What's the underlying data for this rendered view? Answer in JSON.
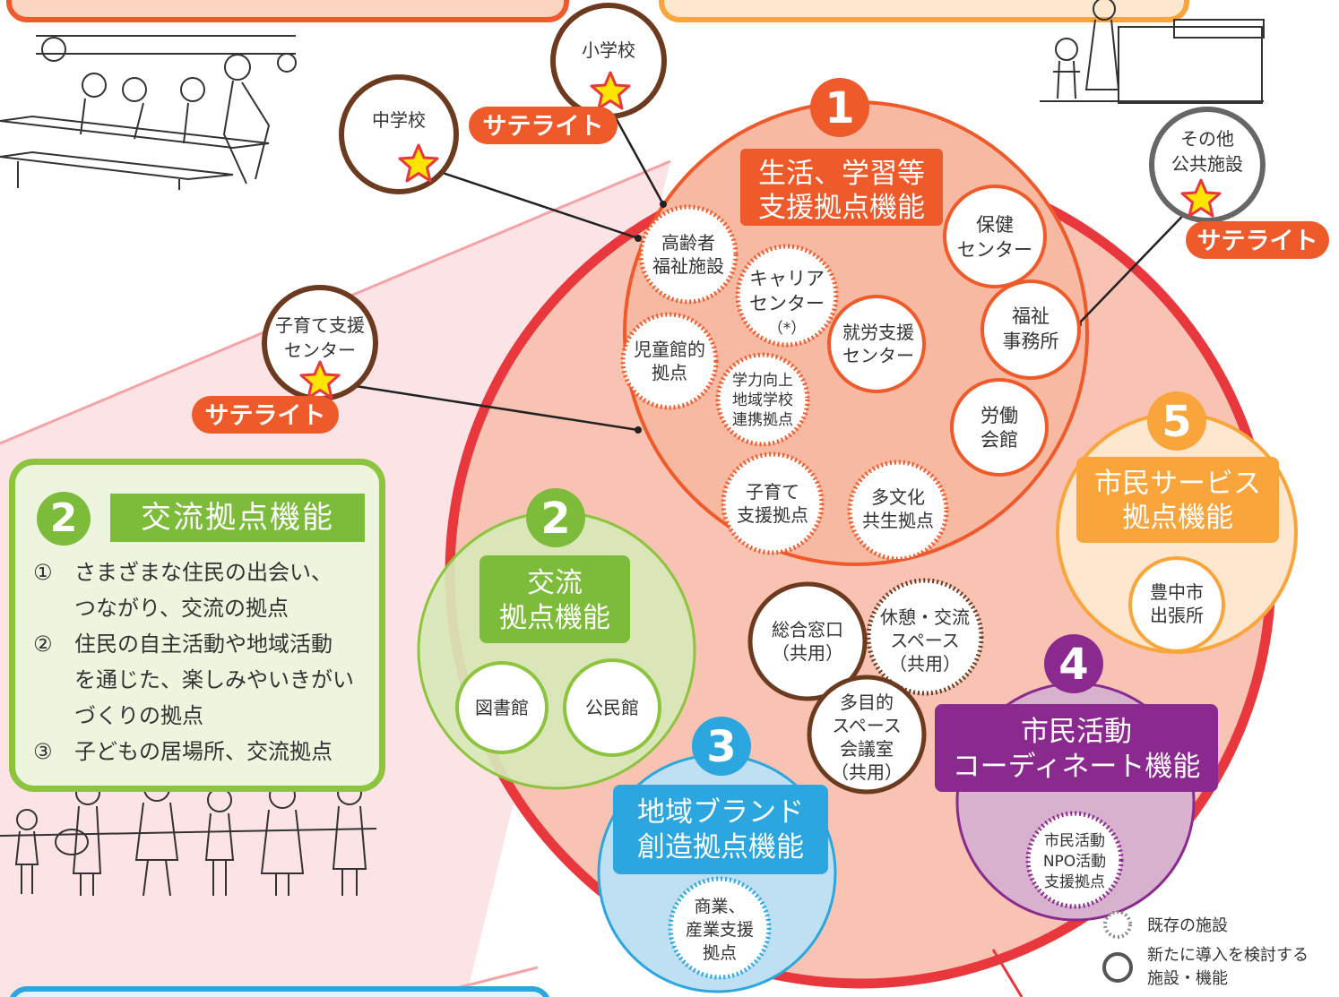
{
  "function1": {
    "number": "1",
    "title_line1": "生活、学習等",
    "title_line2": "支援拠点機能"
  },
  "function2_circle": {
    "number": "2",
    "title_line1": "交流",
    "title_line2": "拠点機能"
  },
  "function3": {
    "number": "3",
    "title_line1": "地域ブランド",
    "title_line2": "創造拠点機能"
  },
  "function4": {
    "number": "4",
    "title_line1": "市民活動",
    "title_line2": "コーディネート機能"
  },
  "function5": {
    "number": "5",
    "title_line1": "市民サービス",
    "title_line2": "拠点機能"
  },
  "satellites": {
    "chugakko": "中学校",
    "shogakko": "小学校",
    "kosodate_line1": "子育て支援",
    "kosodate_line2": "センター",
    "sonota_line1": "その他",
    "sonota_line2": "公共施設",
    "badge": "サテライト"
  },
  "facilities": {
    "koreisha": [
      "高齢者",
      "福祉施設"
    ],
    "career": [
      "キャリア",
      "センター",
      "（*）"
    ],
    "jidokan": [
      "児童館的",
      "拠点"
    ],
    "gakuryoku": [
      "学力向上",
      "地域学校",
      "連携拠点"
    ],
    "shuro": [
      "就労支援",
      "センター"
    ],
    "hoken": [
      "保健",
      "センター"
    ],
    "fukushi": [
      "福祉",
      "事務所"
    ],
    "rodo": [
      "労働",
      "会館"
    ],
    "kosodate_kyoten": [
      "子育て",
      "支援拠点"
    ],
    "tabunka": [
      "多文化",
      "共生拠点"
    ],
    "toshokan": "図書館",
    "kominkan": "公民館",
    "sogo_madoguchi": [
      "総合窓口",
      "（共用）"
    ],
    "kyukei": [
      "休憩・交流",
      "スペース",
      "（共用）"
    ],
    "tamokuteki": [
      "多目的",
      "スペース",
      "会議室",
      "（共用）"
    ],
    "shogyo": [
      "商業、",
      "産業支援",
      "拠点"
    ],
    "shimin_katsudo": [
      "市民活動",
      "NPO活動",
      "支援拠点"
    ],
    "toyonaka": [
      "豊中市",
      "出張所"
    ]
  },
  "panel": {
    "number": "2",
    "title": "交流拠点機能",
    "items": [
      {
        "marker": "①",
        "lines": [
          "さまざまな住民の出会い、",
          "つながり、交流の拠点"
        ]
      },
      {
        "marker": "②",
        "lines": [
          "住民の自主活動や地域活動",
          "を通じた、楽しみやいきがい",
          "づくりの拠点"
        ]
      },
      {
        "marker": "③",
        "lines": [
          "子どもの居場所、交流拠点"
        ]
      }
    ]
  },
  "legend": {
    "existing": "既存の施設",
    "new_line1": "新たに導入を検討する",
    "new_line2": "施設・機能"
  },
  "colors": {
    "red": "#e8373d",
    "orange": "#ef5a2a",
    "green": "#7dbb3a",
    "blue": "#2ba6df",
    "purple": "#8b2a8e",
    "yellow_orange": "#f9a53b",
    "brown": "#6b3a1f",
    "gray": "#666666"
  }
}
